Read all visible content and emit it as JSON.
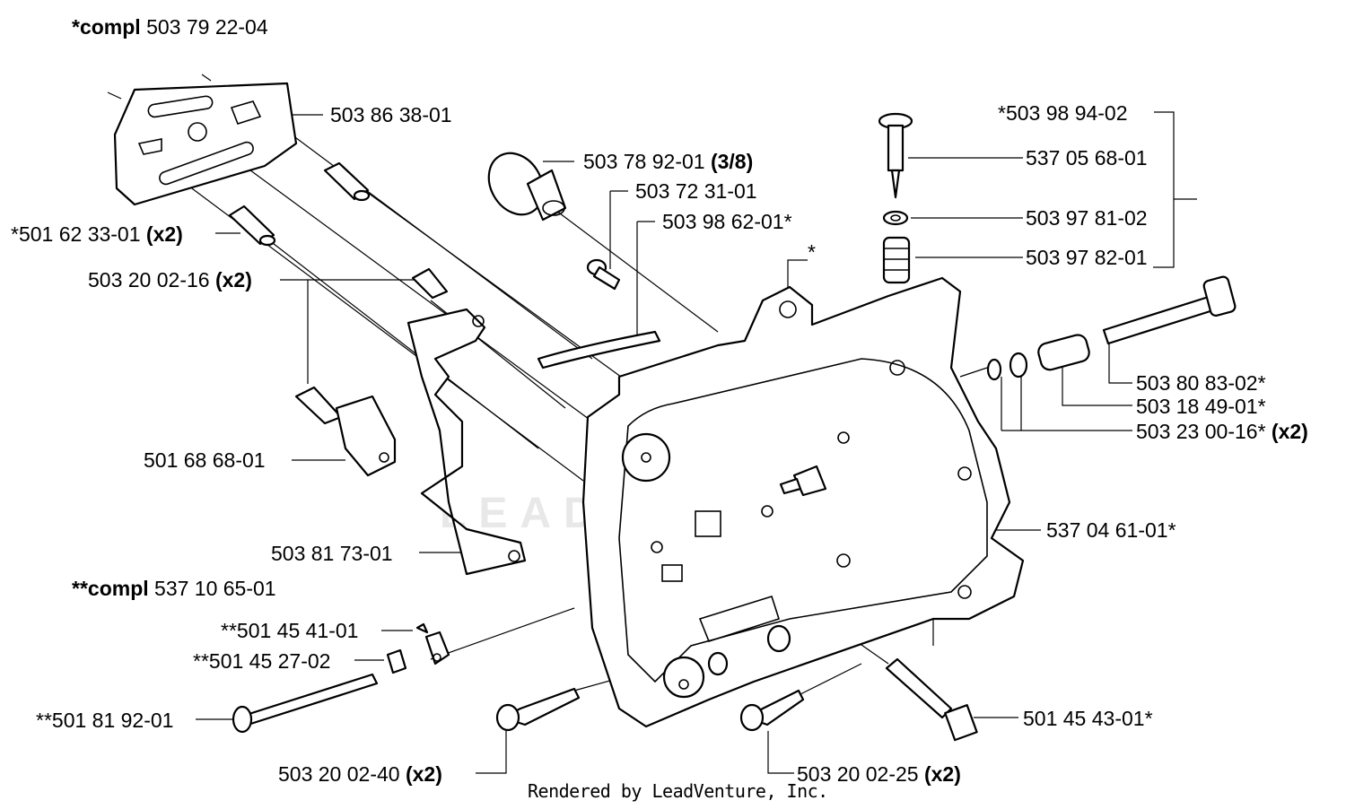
{
  "header": {
    "compl1_prefix": "*compl",
    "compl1_number": "503 79 22-04",
    "compl2_prefix": "**compl",
    "compl2_number": "537 10 65-01"
  },
  "callouts": {
    "c1": "503 86 38-01",
    "c2": "503 78 92-01",
    "c2b": "(3/8)",
    "c3": "503 72 31-01",
    "c4": "503 98 62-01*",
    "c5": "*",
    "c6": "*501 62 33-01",
    "c6b": "(x2)",
    "c7": "503 20 02-16",
    "c7b": "(x2)",
    "c8": "501 68 68-01",
    "c9": "503 81 73-01",
    "c10": "**501 45 41-01",
    "c11": "**501 45 27-02",
    "c12": "**501 81 92-01",
    "c13": "503 20 02-40",
    "c13b": "(x2)",
    "c14": "503 20 02-25",
    "c14b": "(x2)",
    "c15": "501 45 43-01*",
    "c16": "537 04 61-01*",
    "c17": "503 80 83-02*",
    "c18": "503 18 49-01*",
    "c19": "503 23 00-16*",
    "c19b": "(x2)",
    "c20": "*503 98 94-02",
    "c21": "537 05 68-01",
    "c22": "503 97 81-02",
    "c23": "503 97 82-01"
  },
  "watermark": "LEADVENTURE",
  "footer": "Rendered by LeadVenture, Inc."
}
